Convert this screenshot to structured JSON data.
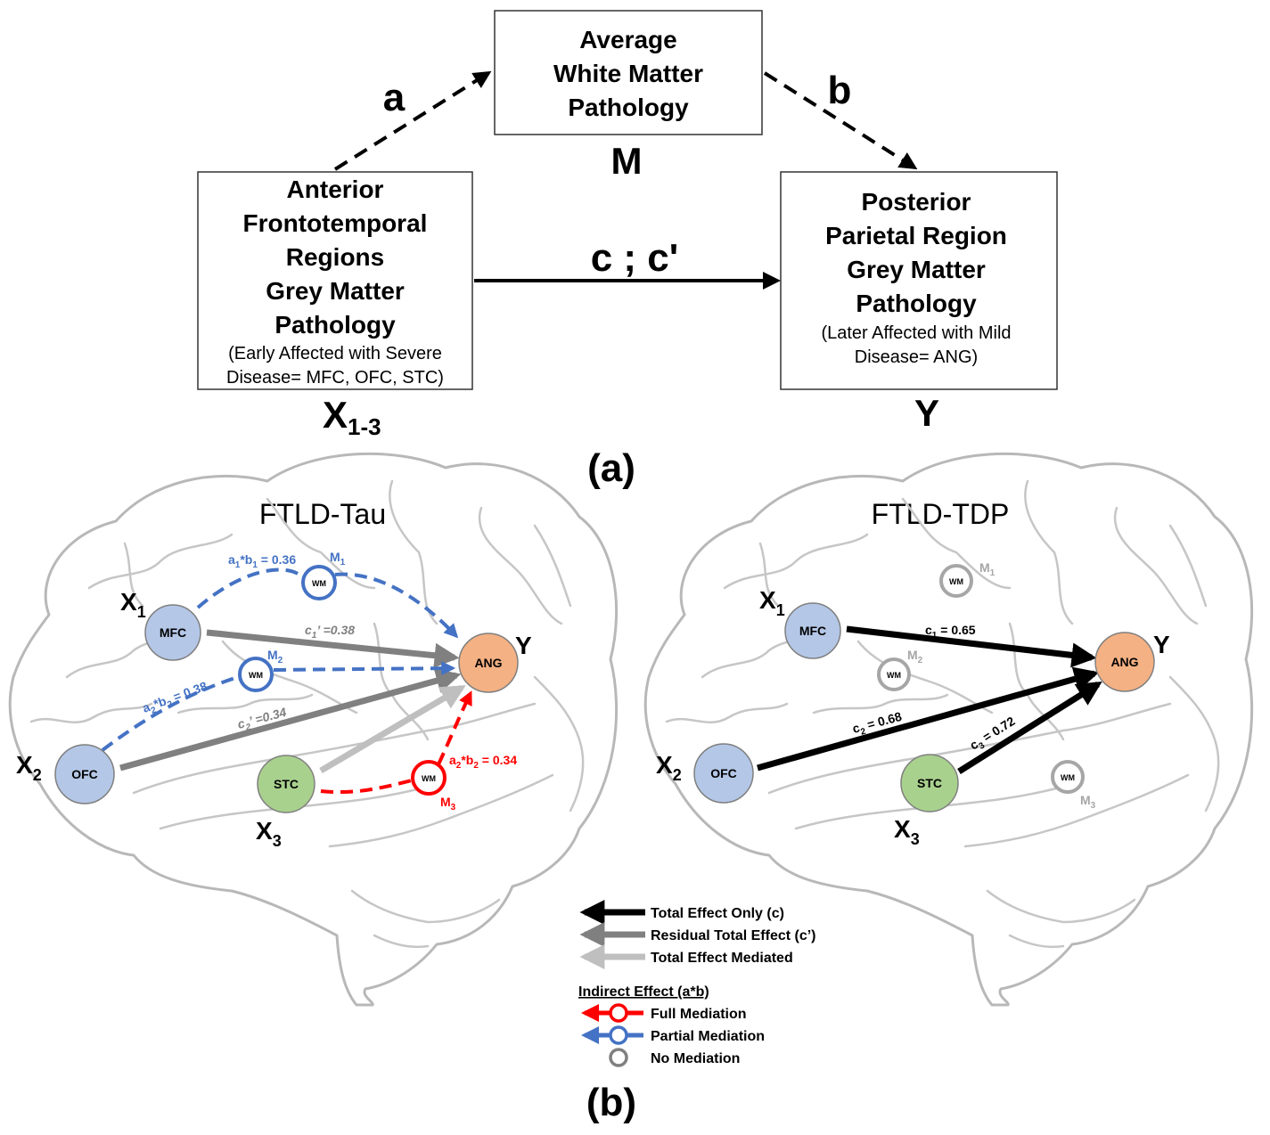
{
  "colors": {
    "blue": "#4472c4",
    "red": "#ff0000",
    "dark_gray": "#808080",
    "light_gray": "#bfbfbf",
    "node_blue": "#b4c7e7",
    "node_orange": "#f4b183",
    "node_green": "#a9d18e",
    "wm_gray": "#a6a6a6"
  },
  "panel_a": {
    "label": "(a)",
    "mediator_box": {
      "lines": [
        "Average",
        "White Matter",
        "Pathology"
      ],
      "var": "M"
    },
    "x_box": {
      "lines": [
        "Anterior",
        "Frontotemporal",
        "Regions",
        "Grey Matter",
        "Pathology"
      ],
      "sub_lines": [
        "(Early Affected with Severe",
        "Disease= MFC, OFC, STC)"
      ],
      "var_main": "X",
      "var_sub": "1-3"
    },
    "y_box": {
      "lines": [
        "Posterior",
        "Parietal Region",
        "Grey Matter",
        "Pathology"
      ],
      "sub_lines": [
        "(Later Affected with Mild",
        "Disease= ANG)"
      ],
      "var": "Y"
    },
    "path_a": "a",
    "path_b": "b",
    "path_c": "c ; c'"
  },
  "panel_b": {
    "label": "(b)",
    "tau": {
      "title": "FTLD-Tau",
      "nodes": {
        "mfc": "MFC",
        "ofc": "OFC",
        "stc": "STC",
        "ang": "ANG"
      },
      "var_labels": {
        "x1_main": "X",
        "x1_sub": "1",
        "x2_main": "X",
        "x2_sub": "2",
        "x3_main": "X",
        "x3_sub": "3",
        "y": "Y"
      },
      "wm": "WM",
      "m1_main": "M",
      "m1_sub": "1",
      "m2_main": "M",
      "m2_sub": "2",
      "m3_main": "M",
      "m3_sub": "3",
      "ab1": {
        "a": "a",
        "s1": "1",
        "star": "*b",
        "s2": "1",
        "val": " = 0.36"
      },
      "ab2": {
        "a": "a",
        "s1": "2",
        "star": "*b",
        "s2": "2",
        "val": " = 0.38"
      },
      "ab3": {
        "a": "a",
        "s1": "2",
        "star": "*b",
        "s2": "2",
        "val": " = 0.34"
      },
      "c1p": {
        "c": "c",
        "sub": "1",
        "val": "’ =0.38"
      },
      "c2p": {
        "c": "c",
        "sub": "2",
        "val": "’ =0.34"
      }
    },
    "tdp": {
      "title": "FTLD-TDP",
      "nodes": {
        "mfc": "MFC",
        "ofc": "OFC",
        "stc": "STC",
        "ang": "ANG"
      },
      "var_labels": {
        "x1_main": "X",
        "x1_sub": "1",
        "x2_main": "X",
        "x2_sub": "2",
        "x3_main": "X",
        "x3_sub": "3",
        "y": "Y"
      },
      "wm": "WM",
      "m1_main": "M",
      "m1_sub": "1",
      "m2_main": "M",
      "m2_sub": "2",
      "m3_main": "M",
      "m3_sub": "3",
      "c1": {
        "c": "c",
        "sub": "1",
        "val": " = 0.65"
      },
      "c2": {
        "c": "c",
        "sub": "2",
        "val": " = 0.68"
      },
      "c3": {
        "c": "c",
        "sub": "3",
        "val": " = 0.72"
      }
    },
    "legend": {
      "total_only": "Total Effect Only (c)",
      "residual": "Residual Total Effect (c’)",
      "mediated": "Total Effect Mediated",
      "indirect_title": "Indirect Effect (a*b)",
      "full": "Full Mediation",
      "partial": "Partial Mediation",
      "none": "No Mediation"
    }
  }
}
